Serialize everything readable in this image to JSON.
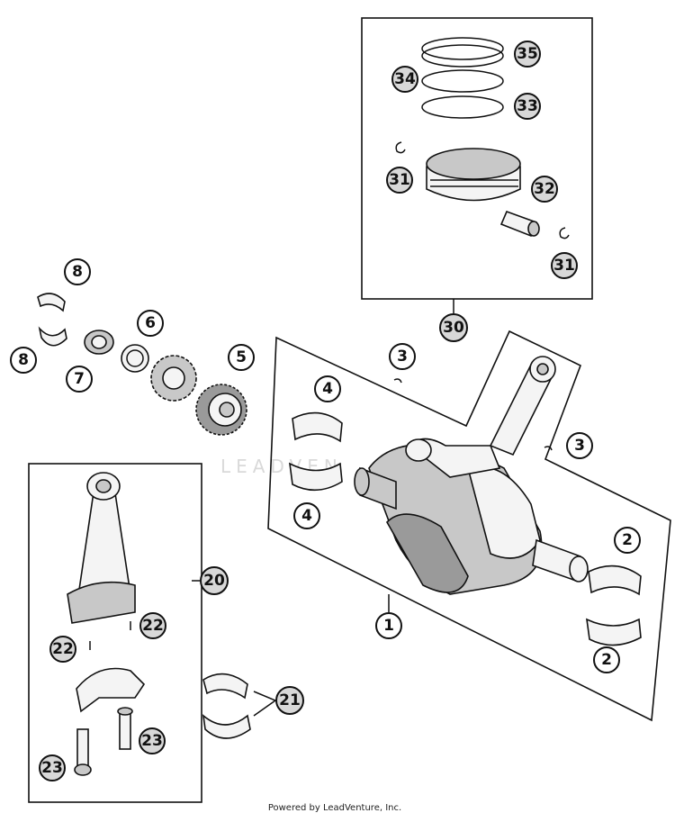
{
  "watermark": "LEADVEN",
  "credit": "Powered by LeadVenture, Inc.",
  "callouts": [
    "1",
    "2",
    "3",
    "4",
    "5",
    "6",
    "7",
    "8",
    "20",
    "21",
    "22",
    "23",
    "30",
    "31",
    "32",
    "33",
    "34",
    "35"
  ]
}
